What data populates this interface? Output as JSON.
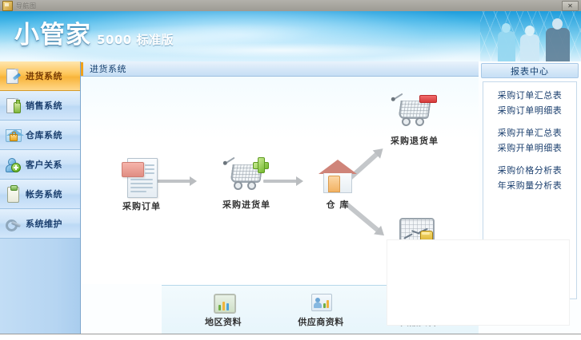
{
  "window": {
    "title": "导航图",
    "close_label": "✕",
    "app_icon": "app-icon"
  },
  "banner": {
    "logo_main": "小管家",
    "logo_sub": "5000 标准版",
    "photo_alt": "business-people-photo"
  },
  "breadcrumb": {
    "text": "进货系统"
  },
  "sidebar": {
    "items": [
      {
        "label": "进货系统",
        "icon": "document-pencil-icon",
        "active": true
      },
      {
        "label": "销售系统",
        "icon": "document-bottle-icon",
        "active": false
      },
      {
        "label": "仓库系统",
        "icon": "house-lock-icon",
        "active": false
      },
      {
        "label": "客户关系",
        "icon": "user-plus-icon",
        "active": false
      },
      {
        "label": "帐务系统",
        "icon": "clipboard-icon",
        "active": false
      },
      {
        "label": "系统维护",
        "icon": "wrench-icon",
        "active": false
      }
    ]
  },
  "flow": {
    "nodes": [
      {
        "id": "purchase-order",
        "label": "采购订单",
        "icon": "order-document-icon"
      },
      {
        "id": "purchase-receipt",
        "label": "采购进货单",
        "icon": "cart-plus-icon"
      },
      {
        "id": "warehouse",
        "label": "仓 库",
        "icon": "house-icon"
      },
      {
        "id": "purchase-return",
        "label": "采购退货单",
        "icon": "cart-minus-icon"
      },
      {
        "id": "analysis-chart",
        "label": "",
        "icon": "chart-coin-icon"
      }
    ]
  },
  "toolbar": {
    "items": [
      {
        "label": "地区资料",
        "icon": "region-data-icon"
      },
      {
        "label": "供应商资料",
        "icon": "supplier-data-icon"
      },
      {
        "label": "货品资料",
        "icon": "goods-data-icon"
      }
    ]
  },
  "report_center": {
    "title": "报表中心",
    "groups": [
      [
        "采购订单汇总表",
        "采购订单明细表"
      ],
      [
        "采购开单汇总表",
        "采购开单明细表"
      ],
      [
        "采购价格分析表",
        "年采购量分析表"
      ]
    ]
  },
  "colors": {
    "banner_blue": "#1e9ddc",
    "accent_orange": "#f8b43a",
    "sidebar_blue": "#bcd9f5",
    "text_navy": "#15406f",
    "titlebar_gray": "#a8a69f"
  }
}
